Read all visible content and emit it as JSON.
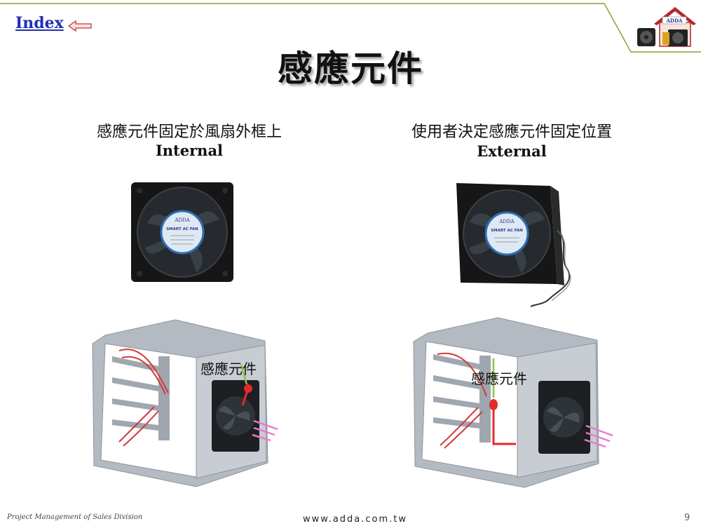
{
  "nav": {
    "index_label": "Index"
  },
  "logo": {
    "text": "ADDA"
  },
  "title": "感應元件",
  "columns": [
    {
      "caption": "感應元件固定於風扇外框上",
      "subtitle": "Internal",
      "fan_label": "SMART AC FAN",
      "diagram_label": "感應元件"
    },
    {
      "caption": "使用者決定感應元件固定位置",
      "subtitle": "External",
      "fan_label": "SMART AC FAN",
      "diagram_label": "感應元件"
    }
  ],
  "footer": {
    "left": "Project Management of Sales Division",
    "center": "www.adda.com.tw",
    "page_number": "9"
  },
  "colors": {
    "accent_line": "#8aa232",
    "link": "#1f2fb3",
    "sensor": "#e52a2a",
    "airflow_in": "#d23a3a",
    "airflow_out": "#e87ad0",
    "probe_arrow": "#8bc34a",
    "box": "#a9b0b8"
  }
}
